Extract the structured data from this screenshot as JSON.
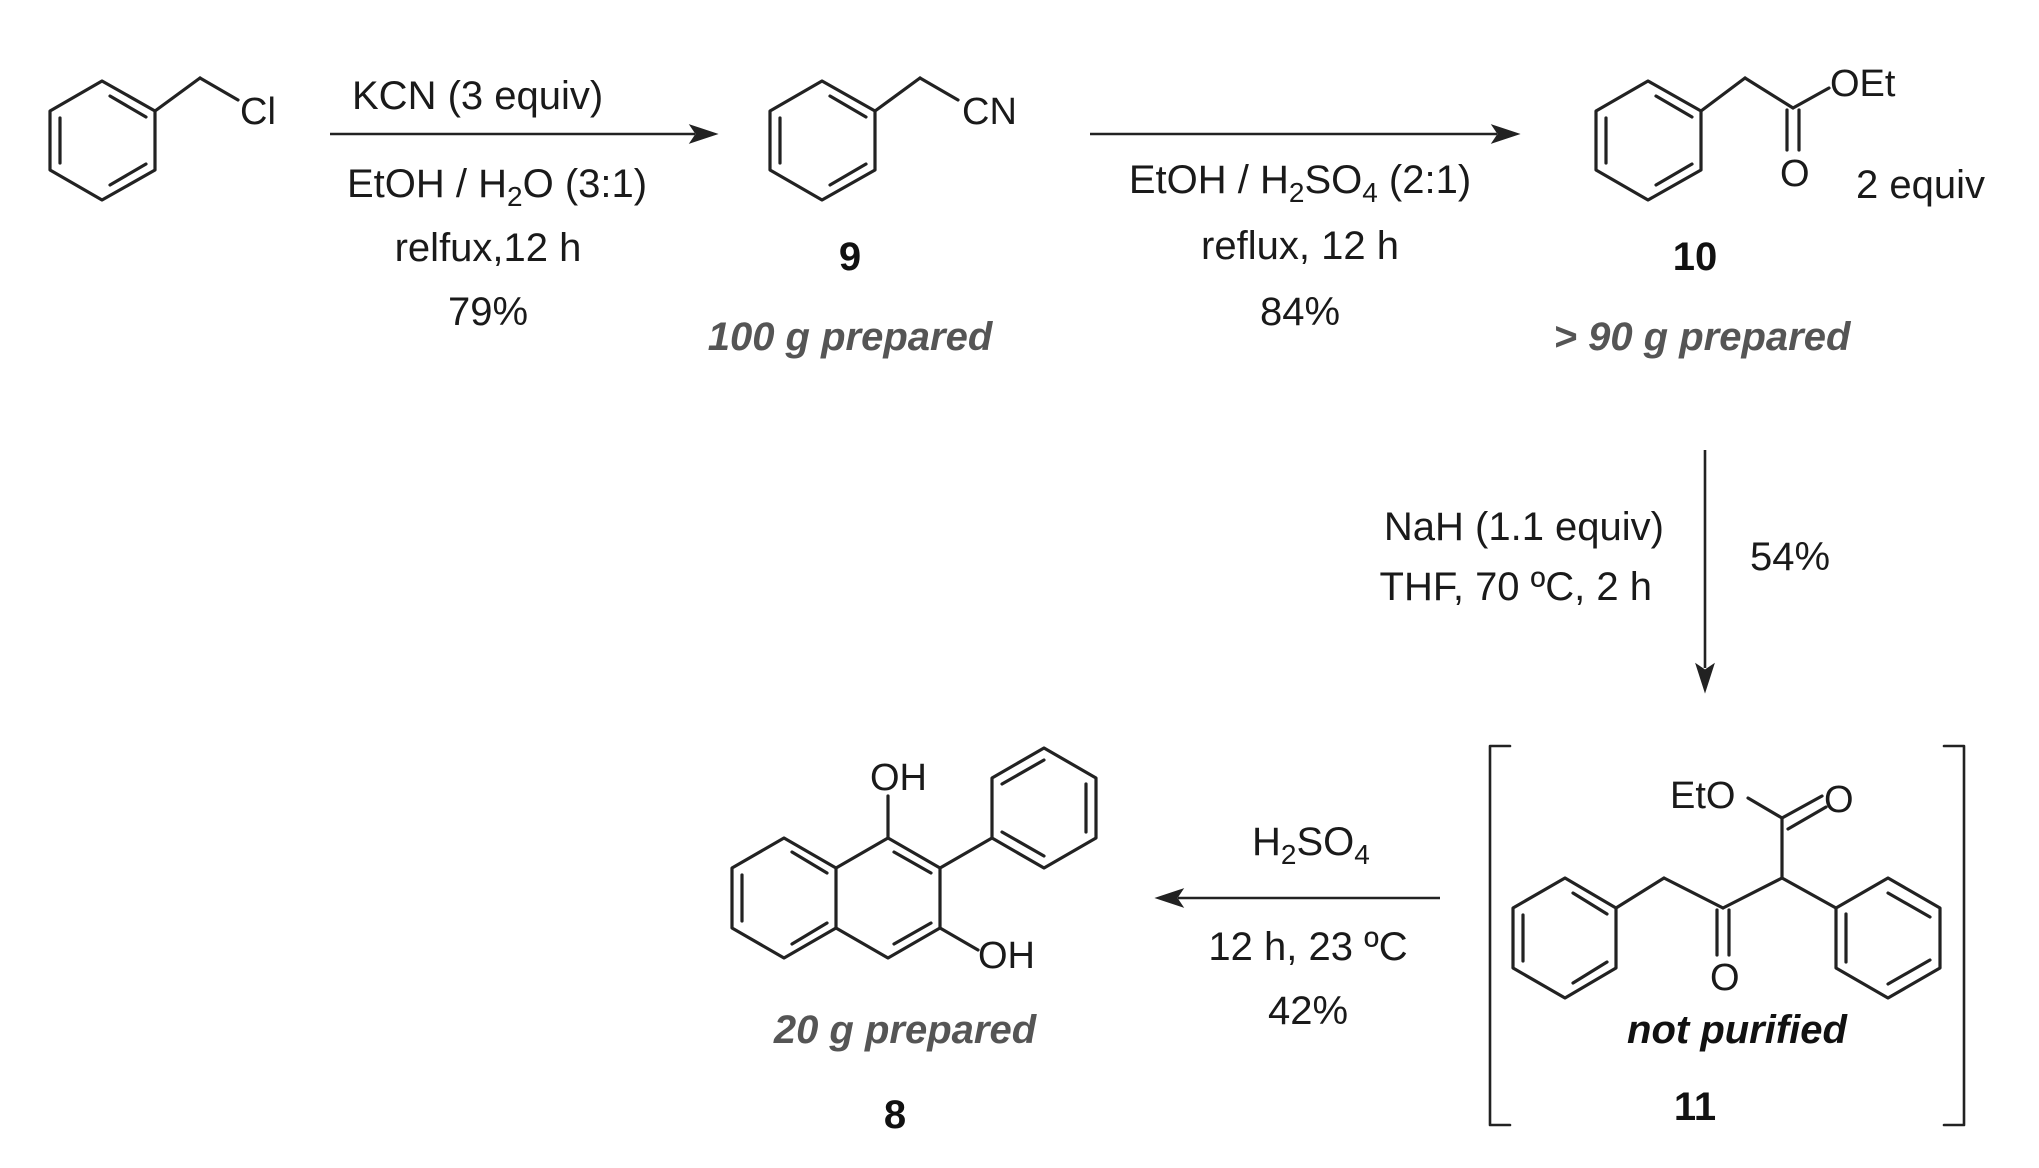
{
  "atoms": {
    "cl": "Cl",
    "cn": "CN",
    "oet": "OEt",
    "o": "O",
    "eto": "EtO",
    "oh": "OH"
  },
  "step1": {
    "line1": "KCN (3 equiv)",
    "line2_a": "EtOH / H",
    "line2_sub": "2",
    "line2_b": "O (3:1)",
    "line3": "relfux,12 h",
    "line4": "79%"
  },
  "step2": {
    "line1_a": "EtOH / H",
    "line1_sub1": "2",
    "line1_b": "SO",
    "line1_sub2": "4",
    "line1_c": " (2:1)",
    "line2": "reflux, 12 h",
    "line3": "84%"
  },
  "step3": {
    "line1": "NaH (1.1 equiv)",
    "line2": "THF, 70 ºC, 2 h",
    "yield": "54%"
  },
  "step4": {
    "line1_a": "H",
    "line1_sub1": "2",
    "line1_b": "SO",
    "line1_sub2": "4",
    "line2": "12 h, 23 ºC",
    "line3": "42%"
  },
  "compound9": {
    "label": "9",
    "note": "100  g prepared"
  },
  "compound10": {
    "label": "10",
    "note": "> 90 g prepared",
    "equiv": "2 equiv"
  },
  "compound11": {
    "label": "11",
    "note": "not purified"
  },
  "compound8": {
    "label": "8",
    "note": "20 g prepared"
  }
}
